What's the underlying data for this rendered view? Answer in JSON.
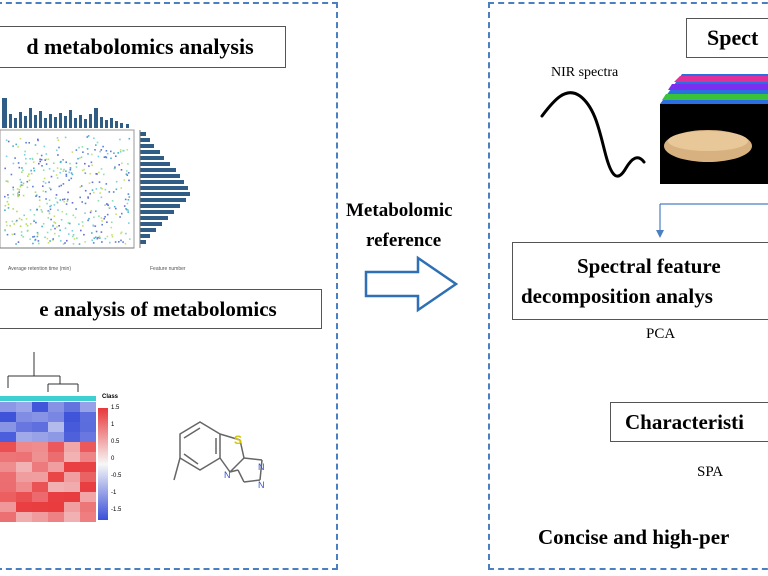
{
  "left_panel": {
    "title_top": "d metabolomics analysis",
    "title_bottom": "e analysis of metabolomics",
    "scatter_xlabel": "Average retention time (min)",
    "hist_xlabel": "Feature number",
    "heatmap_legend_title": "Class",
    "heatmap_scale": [
      "1.5",
      "1",
      "0.5",
      "0",
      "-0.5",
      "-1",
      "-1.5"
    ]
  },
  "middle": {
    "line1": "Metabolomic",
    "line2": "reference"
  },
  "right_panel": {
    "title_top": "Spect",
    "nir_label": "NIR  spectra",
    "decomp_line1": "Spectral feature",
    "decomp_line2": "decomposition analys",
    "pca": "PCA",
    "char_box": "Characteristi",
    "spa": "SPA",
    "bottom": "Concise and high-per"
  },
  "colors": {
    "dashed_border": "#4a7fc1",
    "arrow": "#2e6fb5",
    "heat_red": "#e8373a",
    "heat_blue": "#3a4fd8"
  }
}
